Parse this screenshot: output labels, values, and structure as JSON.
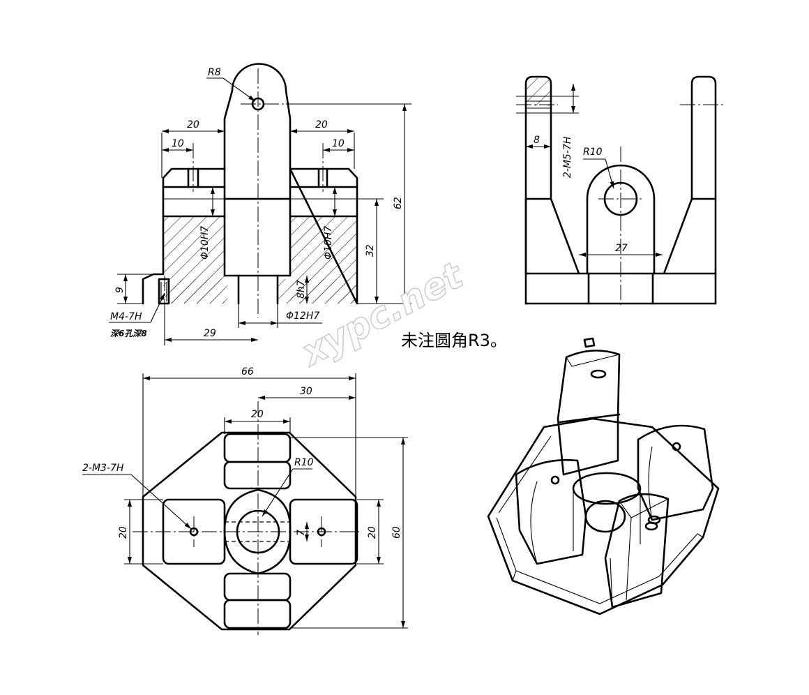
{
  "front_view": {
    "R8": "R8",
    "d20_left": "20",
    "d10_left": "10",
    "d20_right": "20",
    "d10_right": "10",
    "phi10_left": "Φ10H7",
    "phi10_right": "Φ10H7",
    "h62": "62",
    "h32": "32",
    "h9": "9",
    "h8h7": "8h7",
    "thread": "M4-7H",
    "depth": "深6孔深8",
    "d29": "29",
    "phi12": "Φ12H7"
  },
  "side_view": {
    "d8": "8",
    "thread": "2-M5-7H",
    "R10": "R10",
    "d27": "27"
  },
  "top_view": {
    "d66": "66",
    "d30": "30",
    "d20_top": "20",
    "thread": "2-M3-7H",
    "R10": "R10",
    "d20_left": "20",
    "d7": "7",
    "d20_right": "20",
    "d60": "60"
  },
  "note": "未注圆角R3。",
  "watermark": "xypc.net"
}
